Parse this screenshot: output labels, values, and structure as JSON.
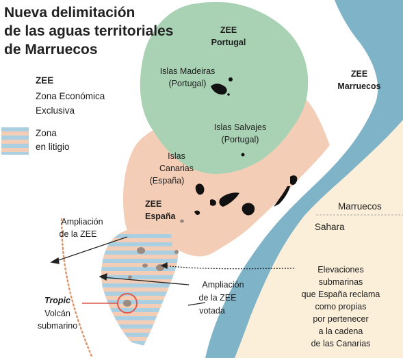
{
  "title": {
    "line1": "Nueva delimitación",
    "line2": "de las aguas territoriales",
    "line3": "de Marruecos"
  },
  "legend": {
    "zee_title": "ZEE",
    "zee_line1": "Zona Económica",
    "zee_line2": "Exclusiva",
    "dispute_line1": "Zona",
    "dispute_line2": "en litigio"
  },
  "zones": {
    "portugal_line1": "ZEE",
    "portugal_line2": "Portugal",
    "marruecos_line1": "ZEE",
    "marruecos_line2": "Marruecos",
    "espana_line1": "ZEE",
    "espana_line2": "España"
  },
  "islands": {
    "madeira_line1": "Islas Madeiras",
    "madeira_line2": "(Portugal)",
    "salvajes_line1": "Islas Salvajes",
    "salvajes_line2": "(Portugal)",
    "canarias_line1": "Islas",
    "canarias_line2": "Canarias",
    "canarias_line3": "(España)"
  },
  "land": {
    "marruecos": "Marruecos",
    "sahara": "Sahara"
  },
  "annotations": {
    "ampliacion_zee_line1": "Ampliación",
    "ampliacion_zee_line2": "de la ZEE",
    "tropic_name": "Tropic",
    "tropic_line2": "Volcán",
    "tropic_line3": "submarino",
    "votada_line1": "Ampliación",
    "votada_line2": "de la ZEE",
    "votada_line3": "votada",
    "elev_line1": "Elevaciones",
    "elev_line2": "submarinas",
    "elev_line3": "que España reclama",
    "elev_line4": "como propias",
    "elev_line5": "por pertenecer",
    "elev_line6": "a la cadena",
    "elev_line7": "de las Canarias"
  },
  "colors": {
    "ocean": "#ffffff",
    "moroccan_zee": "#7fb3c8",
    "portugal_zee": "#a9d2b4",
    "spain_zee": "#f3cdb5",
    "land": "#fbefd9",
    "dispute_stripe_a": "#f3cdb5",
    "dispute_stripe_b": "#a9cfe0",
    "islands": "#111111",
    "seamounts": "#9b8a80",
    "tropic_circle": "#e2574c",
    "dotted_boundary": "#e0956a"
  }
}
